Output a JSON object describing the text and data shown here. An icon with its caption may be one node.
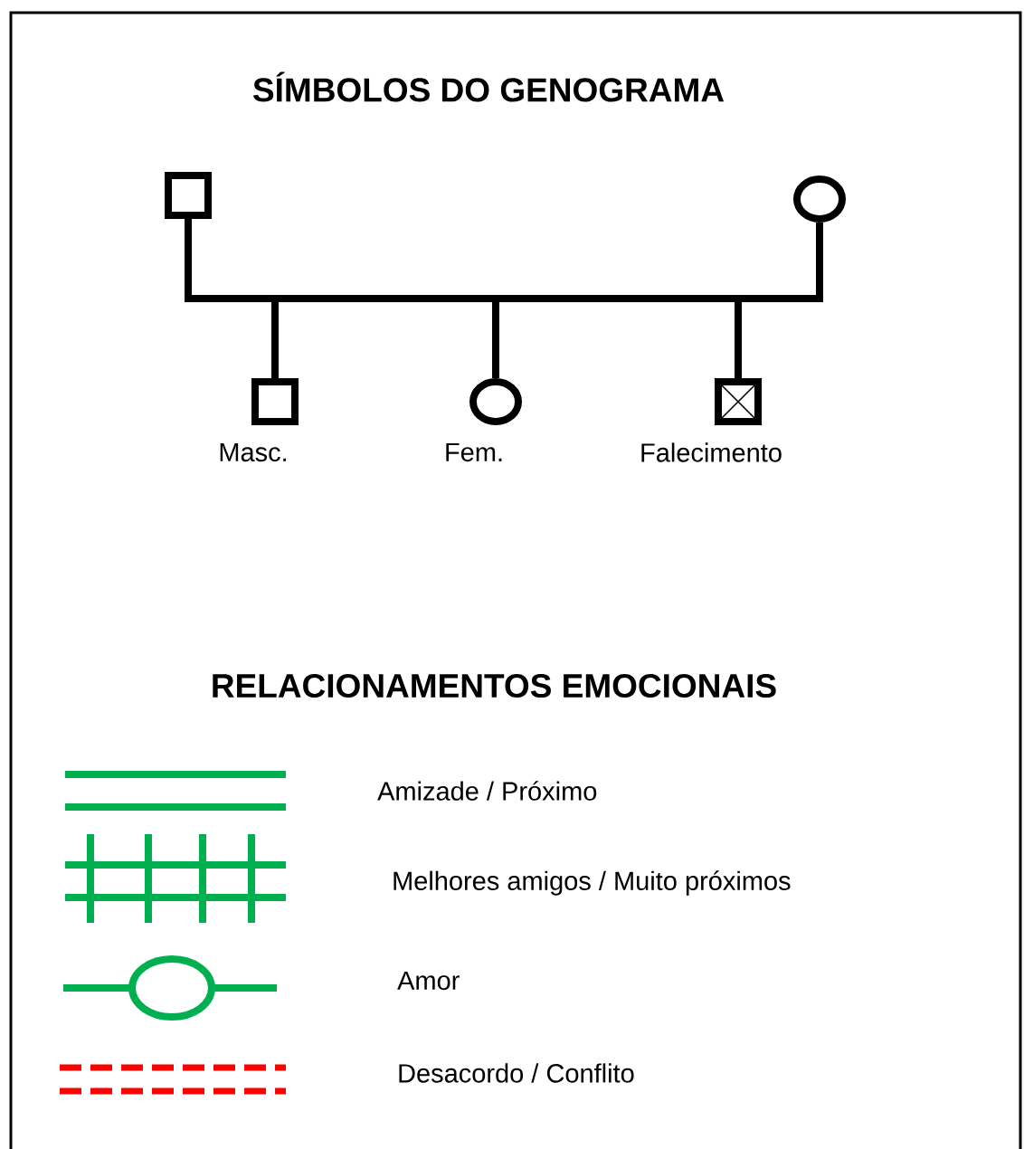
{
  "diagram": {
    "title": "SÍMBOLOS DO GENOGRAMA",
    "nodes": [
      {
        "text": [],
        "shape": "box"
      },
      {
        "text": [],
        "shape": "circle"
      },
      {
        "text": [],
        "shape": "box",
        "beside": [
          "Masc."
        ]
      },
      {
        "text": [],
        "shape": "circle",
        "beside": [
          "Fem."
        ]
      },
      {
        "text": [],
        "shape": "box",
        "beside": [
          "Falecimento"
        ]
      }
    ],
    "edges": [
      {
        "from": 0,
        "to": 1,
        "arrow": "none"
      },
      {
        "from": 0,
        "to": 2,
        "arrow": "none"
      },
      {
        "from": 0,
        "to": 3,
        "arrow": "none"
      },
      {
        "from": 0,
        "to": 4,
        "arrow": "none"
      },
      {
        "from": 1,
        "to": 2,
        "arrow": "none"
      },
      {
        "from": 1,
        "to": 3,
        "arrow": "none"
      },
      {
        "from": 1,
        "to": 4,
        "arrow": "none"
      }
    ],
    "labels": [
      "RELACIONAMENTOS EMOCIONAIS"
    ],
    "legend": [
      {
        "text": "Amizade / Próximo"
      },
      {
        "text": "Melhores amigos / Muito próximos"
      },
      {
        "text": "Amor"
      },
      {
        "text": "Desacordo / Conflito"
      }
    ]
  }
}
